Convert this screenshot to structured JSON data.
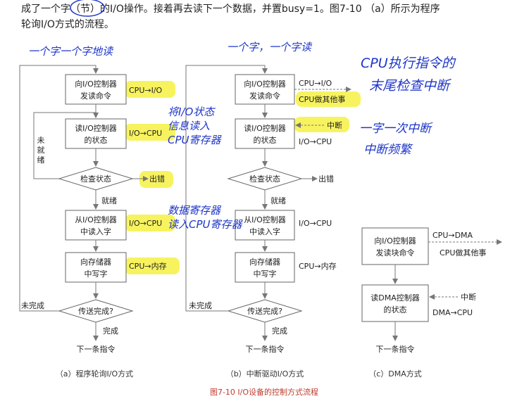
{
  "paragraph": {
    "line1": "成了一个字（节）的I/O操作。接着再去读下一个数据，并置busy=1。图7-10 （a）所示为程序",
    "line2": "轮询I/O方式的流程。"
  },
  "diagram_a": {
    "box1": [
      "向I/O控制器",
      "发读命令"
    ],
    "box1_note": "CPU→I/O",
    "box2": [
      "读I/O控制器",
      "的状态"
    ],
    "box2_note": "I/O→CPU",
    "check": "检查状态",
    "not_ready": [
      "未",
      "就",
      "绪"
    ],
    "error": "出错",
    "ready": "就绪",
    "box3": [
      "从I/O控制器",
      "中读入字"
    ],
    "box3_note": "I/O→CPU",
    "box4": [
      "向存储器",
      "中写字"
    ],
    "box4_note": "CPU→内存",
    "done_check": "传送完成?",
    "not_done": "未完成",
    "done": "完成",
    "next": "下一条指令",
    "caption": "（a）程序轮询I/O方式"
  },
  "diagram_b": {
    "box1": [
      "向I/O控制器",
      "发读命令"
    ],
    "note1": "CPU→I/O",
    "note2": "CPU做其他事",
    "interrupt": "中断",
    "box2": [
      "读I/O控制器",
      "的状态"
    ],
    "box2_note": "I/O→CPU",
    "check": "检查状态",
    "error": "出错",
    "ready": "就绪",
    "box3": [
      "从I/O控制器",
      "中读入字"
    ],
    "box3_note": "I/O→CPU",
    "box4": [
      "向存储器",
      "中写字"
    ],
    "box4_note": "CPU→内存",
    "done_check": "传送完成?",
    "not_done": "未完成",
    "done": "完成",
    "next": "下一条指令",
    "caption": "（b）中断驱动I/O方式"
  },
  "diagram_c": {
    "box1": [
      "向I/O控制器",
      "发读块命令"
    ],
    "note1": "CPU→DMA",
    "note2": "CPU做其他事",
    "interrupt": "中断",
    "box2": [
      "读DMA控制器",
      "的状态"
    ],
    "box2_note": "DMA→CPU",
    "next": "下一条指令",
    "caption": "（c）DMA方式"
  },
  "figure_caption": "图7-10   I/O设备的控制方式流程",
  "handwriting": {
    "a_top": "一个字一个字地读",
    "b_top": "一个字，一个字读",
    "note_status": [
      "将I/O状态",
      "信息读入",
      "CPU寄存器"
    ],
    "note_data": [
      "数据寄存器",
      "读入CPU寄存器"
    ],
    "cpu_note": [
      "CPU执行指令的",
      "末尾检查中断"
    ],
    "irq_note": [
      "一字一次中断",
      "中断频繁"
    ]
  },
  "colors": {
    "highlight": "#f4ef2a",
    "pen": "#1e36c8",
    "box_stroke": "#666666"
  }
}
